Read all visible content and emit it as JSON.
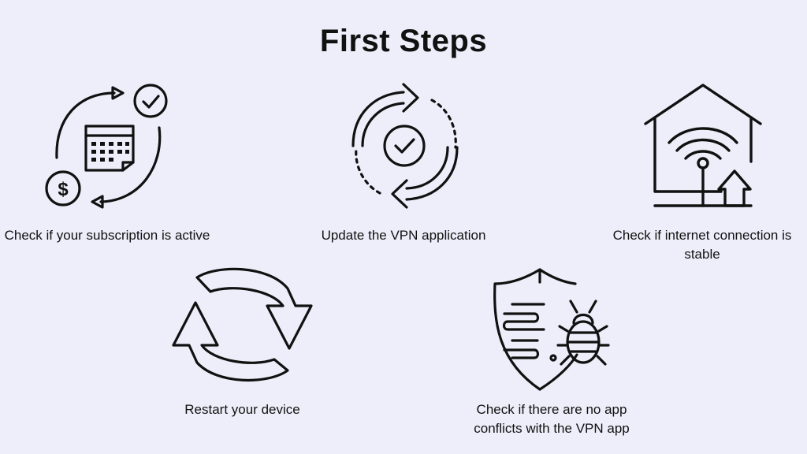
{
  "title": "First Steps",
  "colors": {
    "background": "#eeeefa",
    "ink": "#111111"
  },
  "steps": [
    {
      "icon": "subscription-calendar-icon",
      "label": "Check if your subscription is active"
    },
    {
      "icon": "update-sync-icon",
      "label": "Update the VPN application"
    },
    {
      "icon": "home-wifi-icon",
      "label": "Check if internet connection is stable"
    },
    {
      "icon": "restart-arrows-icon",
      "label": "Restart your device"
    },
    {
      "icon": "shield-bug-icon",
      "label": "Check if there are no app conflicts with the VPN app"
    }
  ]
}
